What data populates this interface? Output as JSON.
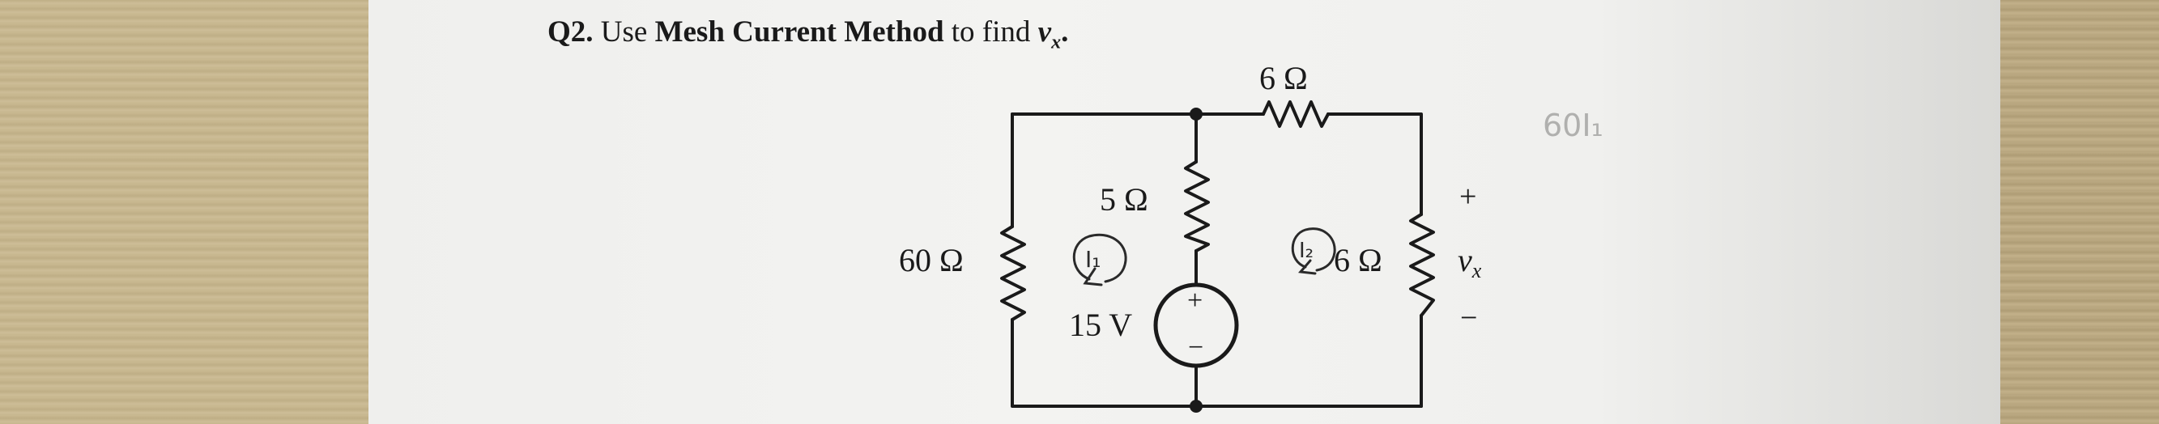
{
  "question": {
    "number": "Q2.",
    "text_before": "Use ",
    "method": "Mesh Current Method",
    "text_after": " to find ",
    "variable": "v",
    "variable_sub": "x",
    "end": "."
  },
  "circuit": {
    "r_top": "6 Ω",
    "r_left": "60 Ω",
    "r_middle": "5 Ω",
    "r_right": "6 Ω",
    "source_label": "15 V",
    "source_plus": "+",
    "source_minus": "−",
    "vx_plus": "+",
    "vx_label": "v",
    "vx_sub": "x",
    "vx_minus": "−"
  },
  "handwriting": {
    "mesh1": "I₁",
    "mesh2": "I₂",
    "margin_note": "60I₁"
  },
  "colors": {
    "ink": "#1a1a1a",
    "pencil": "#7a7a7a",
    "paper": "#f2f2f0",
    "desk": "#c9ba94"
  }
}
